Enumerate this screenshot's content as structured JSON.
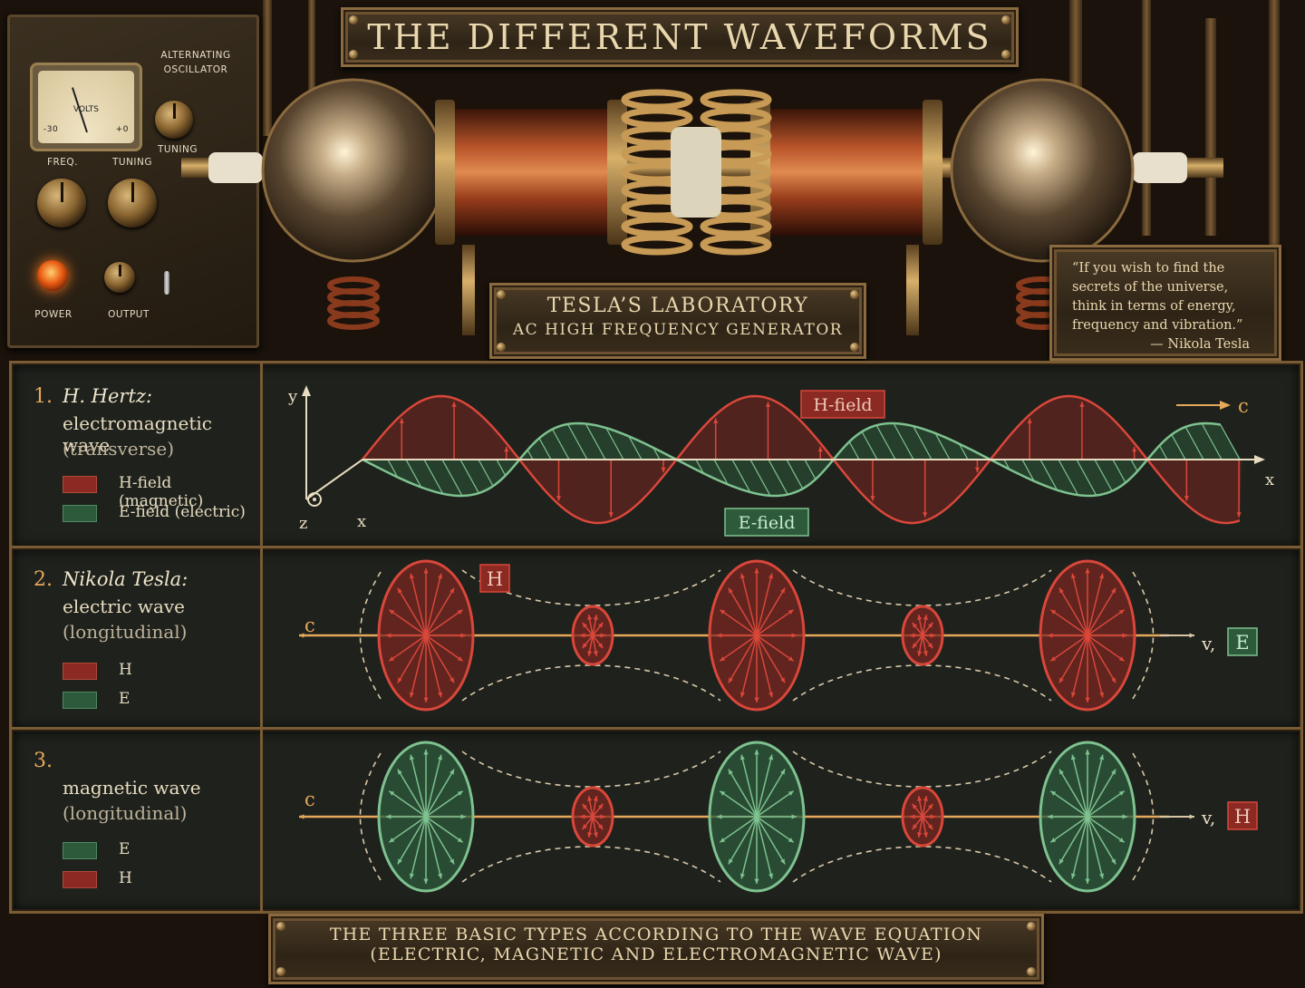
{
  "header": {
    "title": "THE DIFFERENT WAVEFORMS"
  },
  "oscillator": {
    "brand": "ALTERNATING",
    "brand2": "OSCILLATOR",
    "meter_label": "VOLTS",
    "meter_min": "-30",
    "meter_max": "+0",
    "tuning_top": "TUNING",
    "freq": "FREQ.",
    "tuning": "TUNING",
    "power": "POWER",
    "output": "OUTPUT"
  },
  "lab": {
    "line1": "TESLA’S LABORATORY",
    "line2": "AC HIGH FREQUENCY GENERATOR"
  },
  "quote": {
    "text": "“If you wish to find the secrets of the universe, think in terms of energy, frequency and vibration.”",
    "author": "— Nikola Tesla"
  },
  "panels": [
    {
      "number": "1.",
      "heading": "H. Hertz:",
      "subtitle": "electromagnetic wave",
      "paren": "(transverse)",
      "legend": [
        "H-field (magnetic)",
        "E-field (electric)"
      ],
      "plot": {
        "y": "y",
        "z": "z",
        "x1": "x",
        "x2": "x",
        "h_label": "H-field",
        "e_label": "E-field",
        "c": "c"
      }
    },
    {
      "number": "2.",
      "heading": "Nikola Tesla:",
      "subtitle": "electric wave",
      "paren": "(longitudinal)",
      "legend": [
        "H",
        "E"
      ],
      "plot": {
        "c": "c",
        "v": "v,",
        "badge": "E",
        "h_badge": "H"
      }
    },
    {
      "number": "3.",
      "heading": "",
      "subtitle": "magnetic wave",
      "paren": "(longitudinal)",
      "legend": [
        "E",
        "H"
      ],
      "plot": {
        "c": "c",
        "v": "v,",
        "badge": "H"
      }
    }
  ],
  "footer": {
    "line1": "THE THREE BASIC TYPES ACCORDING TO THE WAVE EQUATION",
    "line2": "(ELECTRIC, MAGNETIC AND ELECTROMAGNETIC WAVE)"
  },
  "colors": {
    "red": "#d9473a",
    "green": "#7ec28f",
    "gold": "#e6a85a",
    "cream": "#f0e6cc"
  }
}
